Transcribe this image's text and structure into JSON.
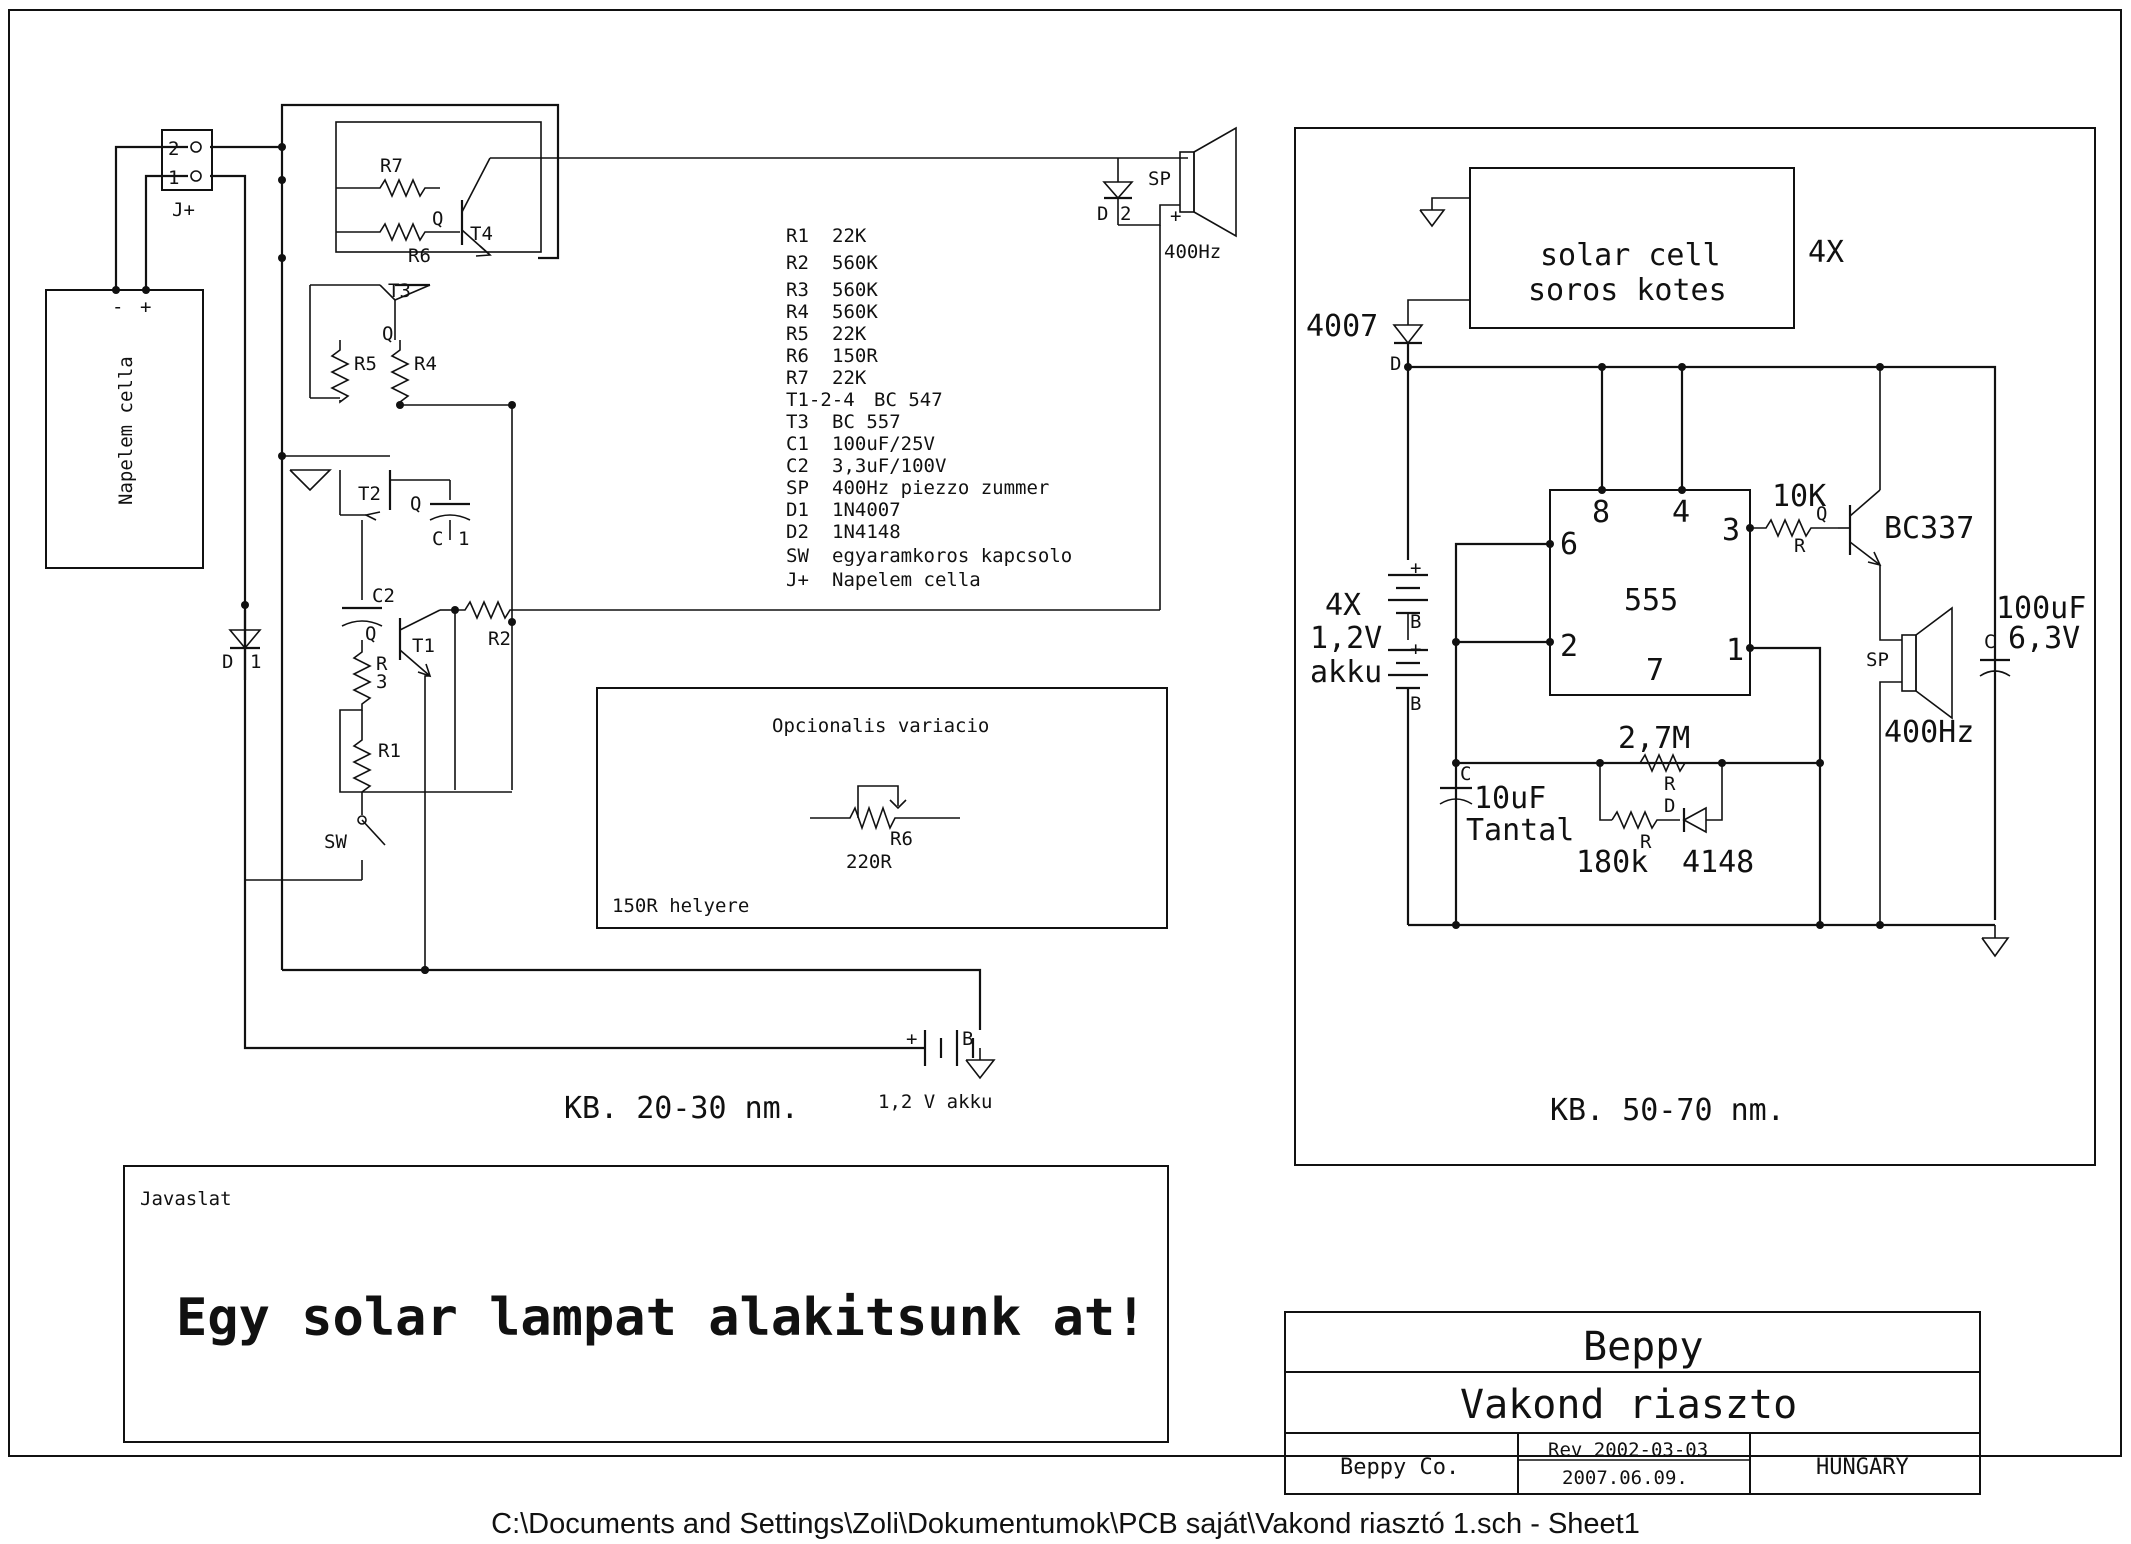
{
  "footer_path": "C:\\Documents and Settings\\Zoli\\Dokumentumok\\PCB saját\\Vakond riasztó 1.sch  -  Sheet1",
  "left": {
    "connector": {
      "pin2": "2",
      "pin1": "1",
      "label": "J+"
    },
    "solar_cell": {
      "label": "Napelem cella",
      "minus": "-",
      "plus": "+"
    },
    "refs": {
      "R7": "R7",
      "R6": "R6",
      "Q": "Q",
      "T4": "T4",
      "T3": "T3",
      "R5": "R5",
      "R4": "R4",
      "T2": "T2",
      "C1": "C",
      "C1n": "1",
      "C2": "C2",
      "T1": "T1",
      "R2": "R2",
      "R3": "R",
      "R3n": "3",
      "R1": "R1",
      "SW": "SW",
      "D1": "D",
      "D1n": "1",
      "D2": "D",
      "D2n": "2",
      "SP": "SP",
      "plus": "+",
      "freq": "400Hz",
      "batt_plus": "+",
      "batt_B": "B",
      "batt_label": "1,2 V akku"
    },
    "bom": [
      {
        "ref": "R1",
        "value": "22K"
      },
      {
        "ref": "R2",
        "value": "560K"
      },
      {
        "ref": "R3",
        "value": "560K"
      },
      {
        "ref": "R4",
        "value": "560K"
      },
      {
        "ref": "R5",
        "value": "22K"
      },
      {
        "ref": "R6",
        "value": "150R"
      },
      {
        "ref": "R7",
        "value": "22K"
      },
      {
        "ref": "T1-2-4",
        "value": "BC 547"
      },
      {
        "ref": "T3",
        "value": "BC 557"
      },
      {
        "ref": "C1",
        "value": "100uF/25V"
      },
      {
        "ref": "C2",
        "value": "3,3uF/100V"
      },
      {
        "ref": "SP",
        "value": "400Hz piezzo zummer"
      },
      {
        "ref": "D1",
        "value": "1N4007"
      },
      {
        "ref": "D2",
        "value": "1N4148"
      },
      {
        "ref": "SW",
        "value": "egyaramkoros kapcsolo"
      },
      {
        "ref": "J+",
        "value": "Napelem cella"
      }
    ],
    "optional": {
      "title": "Opcionalis variacio",
      "ref": "R6",
      "value": "220R",
      "note": "150R helyere"
    },
    "range": "KB. 20-30 nm."
  },
  "right": {
    "solar": {
      "line1": "solar cell",
      "line2": "soros kotes",
      "count": "4X"
    },
    "diode_top": {
      "name": "4007",
      "ref": "D"
    },
    "ic": {
      "name": "555",
      "p8": "8",
      "p4": "4",
      "p3": "3",
      "p6": "6",
      "p2": "2",
      "p1": "1",
      "p7": "7"
    },
    "r_base": {
      "value": "10K",
      "ref": "R"
    },
    "transistor": {
      "name": "BC337",
      "ref": "Q"
    },
    "battery": {
      "count": "4X",
      "voltage": "1,2V",
      "type": "akku",
      "plus": "+",
      "B": "B"
    },
    "cap_out": {
      "value": "100uF",
      "voltage": "6,3V",
      "ref": "C"
    },
    "speaker": {
      "ref": "SP",
      "freq": "400Hz"
    },
    "r_timing": {
      "value": "2,7M",
      "ref": "R"
    },
    "r_diode": {
      "value": "180k",
      "ref": "R"
    },
    "diode_small": {
      "value": "4148",
      "ref": "D"
    },
    "cap_timing": {
      "value": "10uF",
      "type": "Tantal",
      "ref": "C"
    },
    "range": "KB. 50-70 nm."
  },
  "javaslat": {
    "label": "Javaslat",
    "text": "Egy solar lampat alakitsunk at!"
  },
  "title_block": {
    "author": "Beppy",
    "title": "Vakond riaszto",
    "company": "Beppy Co.",
    "rev": "Rev 2002-03-03",
    "date": "2007.06.09.",
    "country": "HUNGARY"
  }
}
